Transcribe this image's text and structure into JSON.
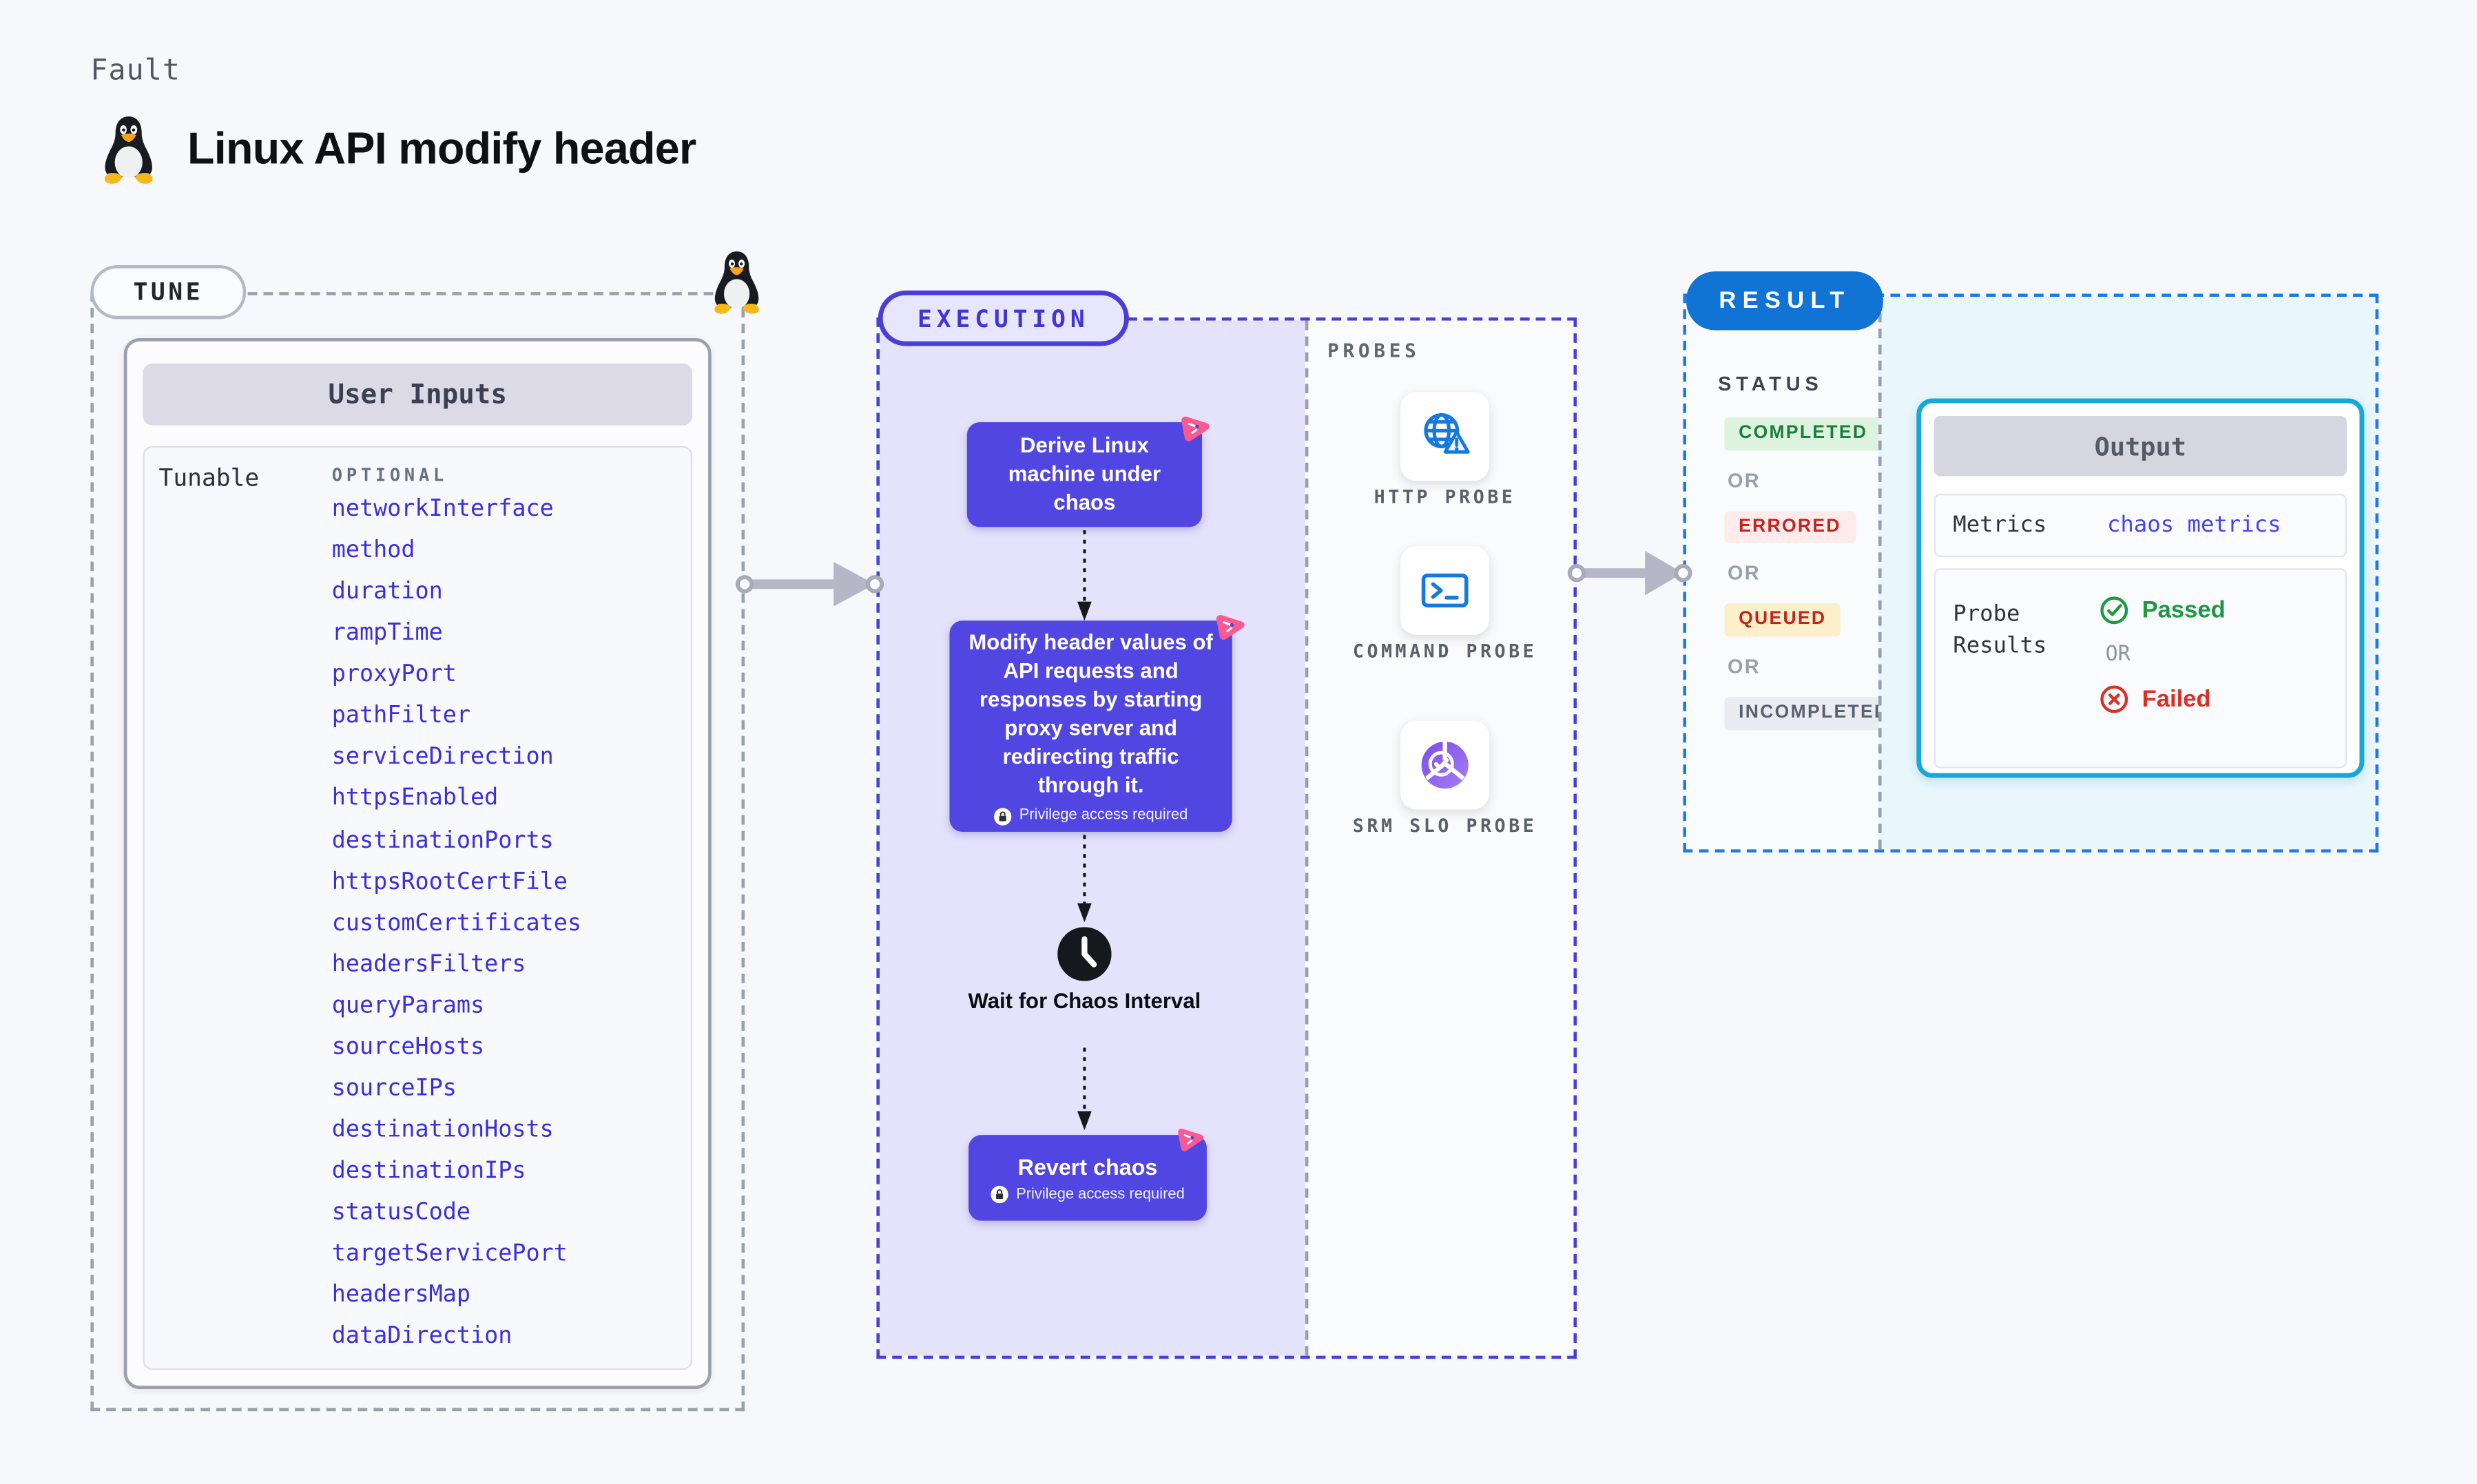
{
  "page": {
    "kicker": "Fault",
    "title": "Linux API modify header"
  },
  "tune": {
    "badge": "TUNE",
    "table_title": "User Inputs",
    "row_label": "Tunable",
    "column_label": "OPTIONAL",
    "tunables": [
      "networkInterface",
      "method",
      "duration",
      "rampTime",
      "proxyPort",
      "pathFilter",
      "serviceDirection",
      "httpsEnabled",
      "destinationPorts",
      "httpsRootCertFile",
      "customCertificates",
      "headersFilters",
      "queryParams",
      "sourceHosts",
      "sourceIPs",
      "destinationHosts",
      "destinationIPs",
      "statusCode",
      "targetServicePort",
      "headersMap",
      "dataDirection"
    ]
  },
  "execution": {
    "badge": "EXECUTION",
    "steps": {
      "derive": "Derive Linux machine under chaos",
      "inject": "Modify header values of API requests and responses by starting proxy server and redirecting traffic through it.",
      "wait": "Wait for Chaos Interval",
      "revert": "Revert chaos"
    },
    "privilege_note": "Privilege access required"
  },
  "probes": {
    "label": "PROBES",
    "items": [
      {
        "label": "HTTP PROBE",
        "icon": "globe-warning-icon"
      },
      {
        "label": "COMMAND PROBE",
        "icon": "terminal-icon"
      },
      {
        "label": "SRM SLO PROBE",
        "icon": "slo-pie-check-icon"
      }
    ]
  },
  "result": {
    "badge": "RESULT",
    "status_label": "STATUS",
    "or_label": "OR",
    "statuses": [
      "COMPLETED",
      "ERRORED",
      "QUEUED",
      "INCOMPLETED"
    ],
    "output": {
      "title": "Output",
      "metrics_label": "Metrics",
      "metrics_value": "chaos metrics",
      "probe_results_label": "Probe Results",
      "passed_label": "Passed",
      "failed_label": "Failed"
    }
  },
  "colors": {
    "accent_indigo": "#5246e2",
    "execution_border": "#4a3ed8",
    "execution_bg": "#e5e3fb",
    "result_badge_blue": "#1173d4",
    "result_border_blue": "#1b7de2",
    "output_border_cyan": "#14a9d8",
    "output_panel_bg": "#e9f6fc",
    "tunable_link": "#3c2ed8",
    "chaos_pink": "#fa5a91",
    "status_completed": "#1a8038",
    "status_errored": "#c5221f",
    "status_queued": "#c0241c",
    "passed_green": "#1d9a3f",
    "failed_red": "#d93025"
  }
}
